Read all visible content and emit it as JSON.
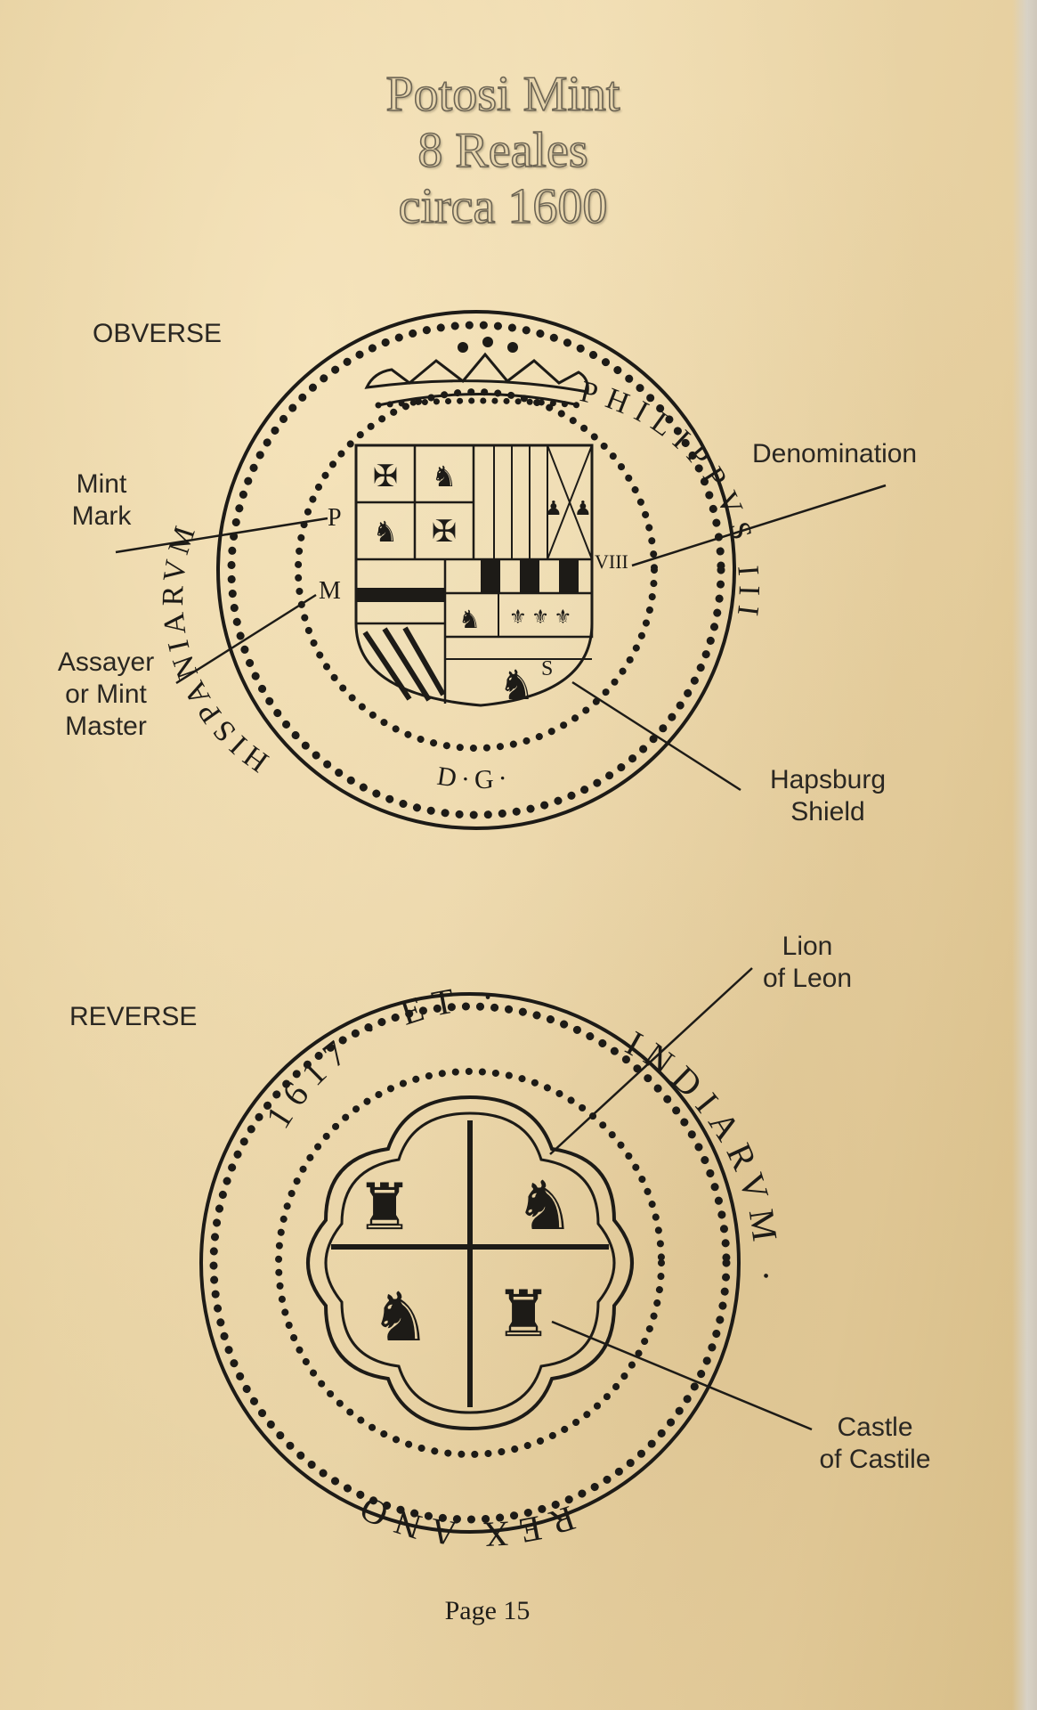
{
  "header": {
    "title_line1": "Potosi Mint",
    "title_line2": "8 Reales",
    "title_line3": "circa 1600"
  },
  "obverse": {
    "section_label": "OBVERSE",
    "labels": {
      "mint_mark_line1": "Mint",
      "mint_mark_line2": "Mark",
      "denomination": "Denomination",
      "assayer_line1": "Assayer",
      "assayer_line2": "or Mint",
      "assayer_line3": "Master",
      "hapsburg_line1": "Hapsburg",
      "hapsburg_line2": "Shield"
    },
    "legend_left": "HISPANIARVM",
    "legend_right": "PHILIPPVS III",
    "legend_bottom": "D·G·",
    "letter_p": "P",
    "letter_m": "M",
    "letter_s": "S",
    "denomination_mark": "VIII"
  },
  "reverse": {
    "section_label": "REVERSE",
    "labels": {
      "lion_line1": "Lion",
      "lion_line2": "of Leon",
      "castle_line1": "Castle",
      "castle_line2": "of Castile"
    },
    "legend_top": "1617 · ET ·",
    "legend_right": "INDIARVM ·",
    "legend_left": "REX ANO"
  },
  "footer": {
    "page_number": "Page 15"
  },
  "colors": {
    "paper": "#e9d5a8",
    "ink": "#1d1b17"
  }
}
